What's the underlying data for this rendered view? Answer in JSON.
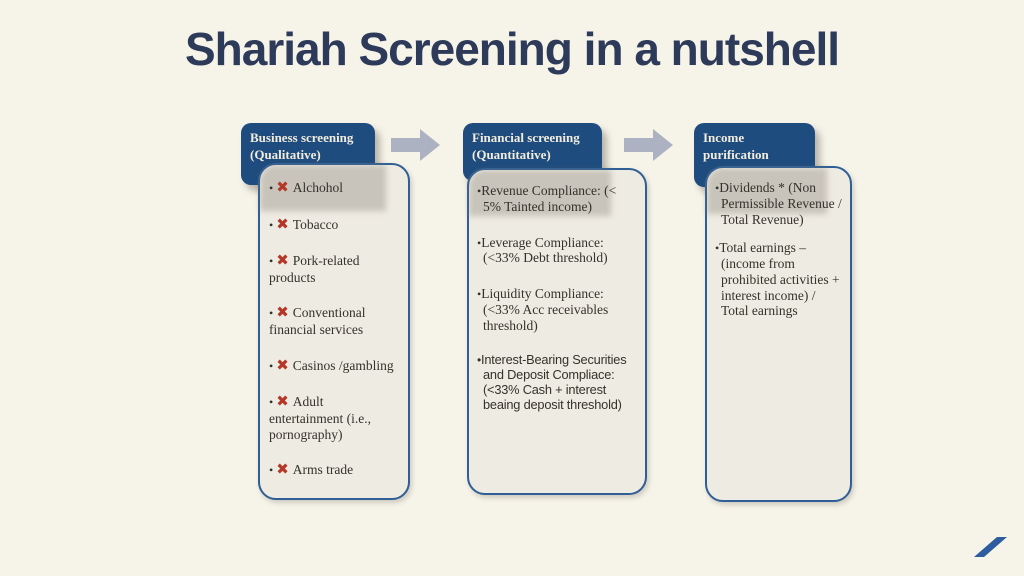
{
  "title": "Shariah Screening in a nutshell",
  "marks": {
    "bullet": "•",
    "x": "✖"
  },
  "columns": [
    {
      "header": "Business screening (Qualitative)",
      "items": [
        "Alchohol",
        "Tobacco",
        "Pork-related products",
        "Conventional financial services",
        "Casinos /gambling",
        "Adult entertainment (i.e., pornography)",
        "Arms trade"
      ]
    },
    {
      "header": "Financial screening (Quantitative)",
      "items": [
        "Revenue Compliance: (< 5% Tainted income)",
        "Leverage Compliance: (<33% Debt threshold)",
        "Liquidity Compliance: (<33% Acc receivables threshold)",
        "Interest-Bearing Securities and Deposit Compliace: (<33% Cash + interest beaing deposit threshold)"
      ]
    },
    {
      "header": "Income purification",
      "items": [
        "Dividends * (Non Permissible Revenue / Total Revenue)",
        "Total earnings – (income from prohibited activities + interest income) / Total earnings"
      ]
    }
  ],
  "colors": {
    "background": "#f6f3e9",
    "title": "#2e3a59",
    "header_blue": "#1e4c7e",
    "card_fill": "#eeebe3",
    "card_border": "#2f5f96",
    "x_red": "#b43728",
    "arrow_gray": "#adb2c3",
    "logo_blue": "#2e5c9e"
  }
}
